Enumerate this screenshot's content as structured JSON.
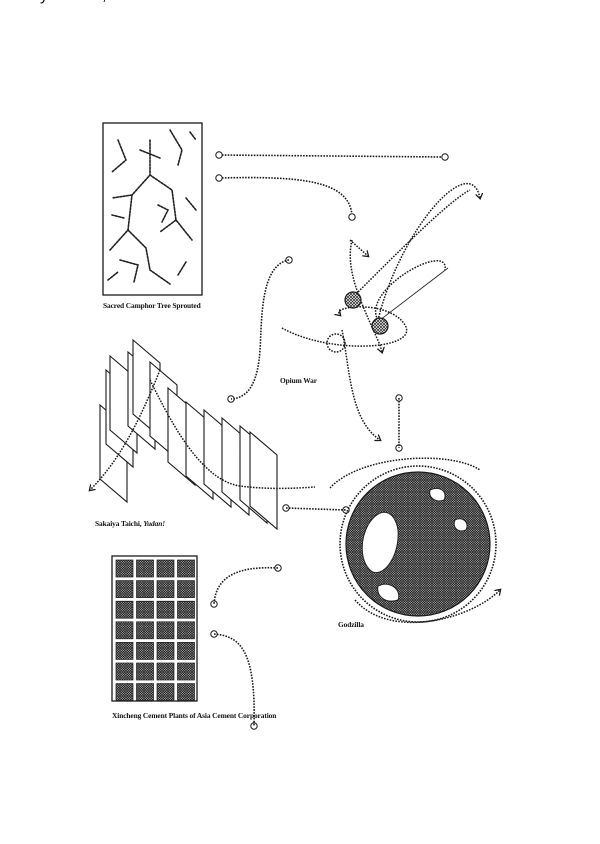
{
  "labels": {
    "camphor": "Sacred Camphor Tree Sprouted",
    "opium": "Opium War",
    "sakaiya_prefix": "Sakaiya Taichi, ",
    "sakaiya_title": "Yudan!",
    "godzilla": "Godzilla",
    "cement": "Xincheng Cement Plants of Asia Cement Corporation"
  },
  "colors": {
    "ink": "#1a1a1a",
    "paper": "#ffffff"
  }
}
